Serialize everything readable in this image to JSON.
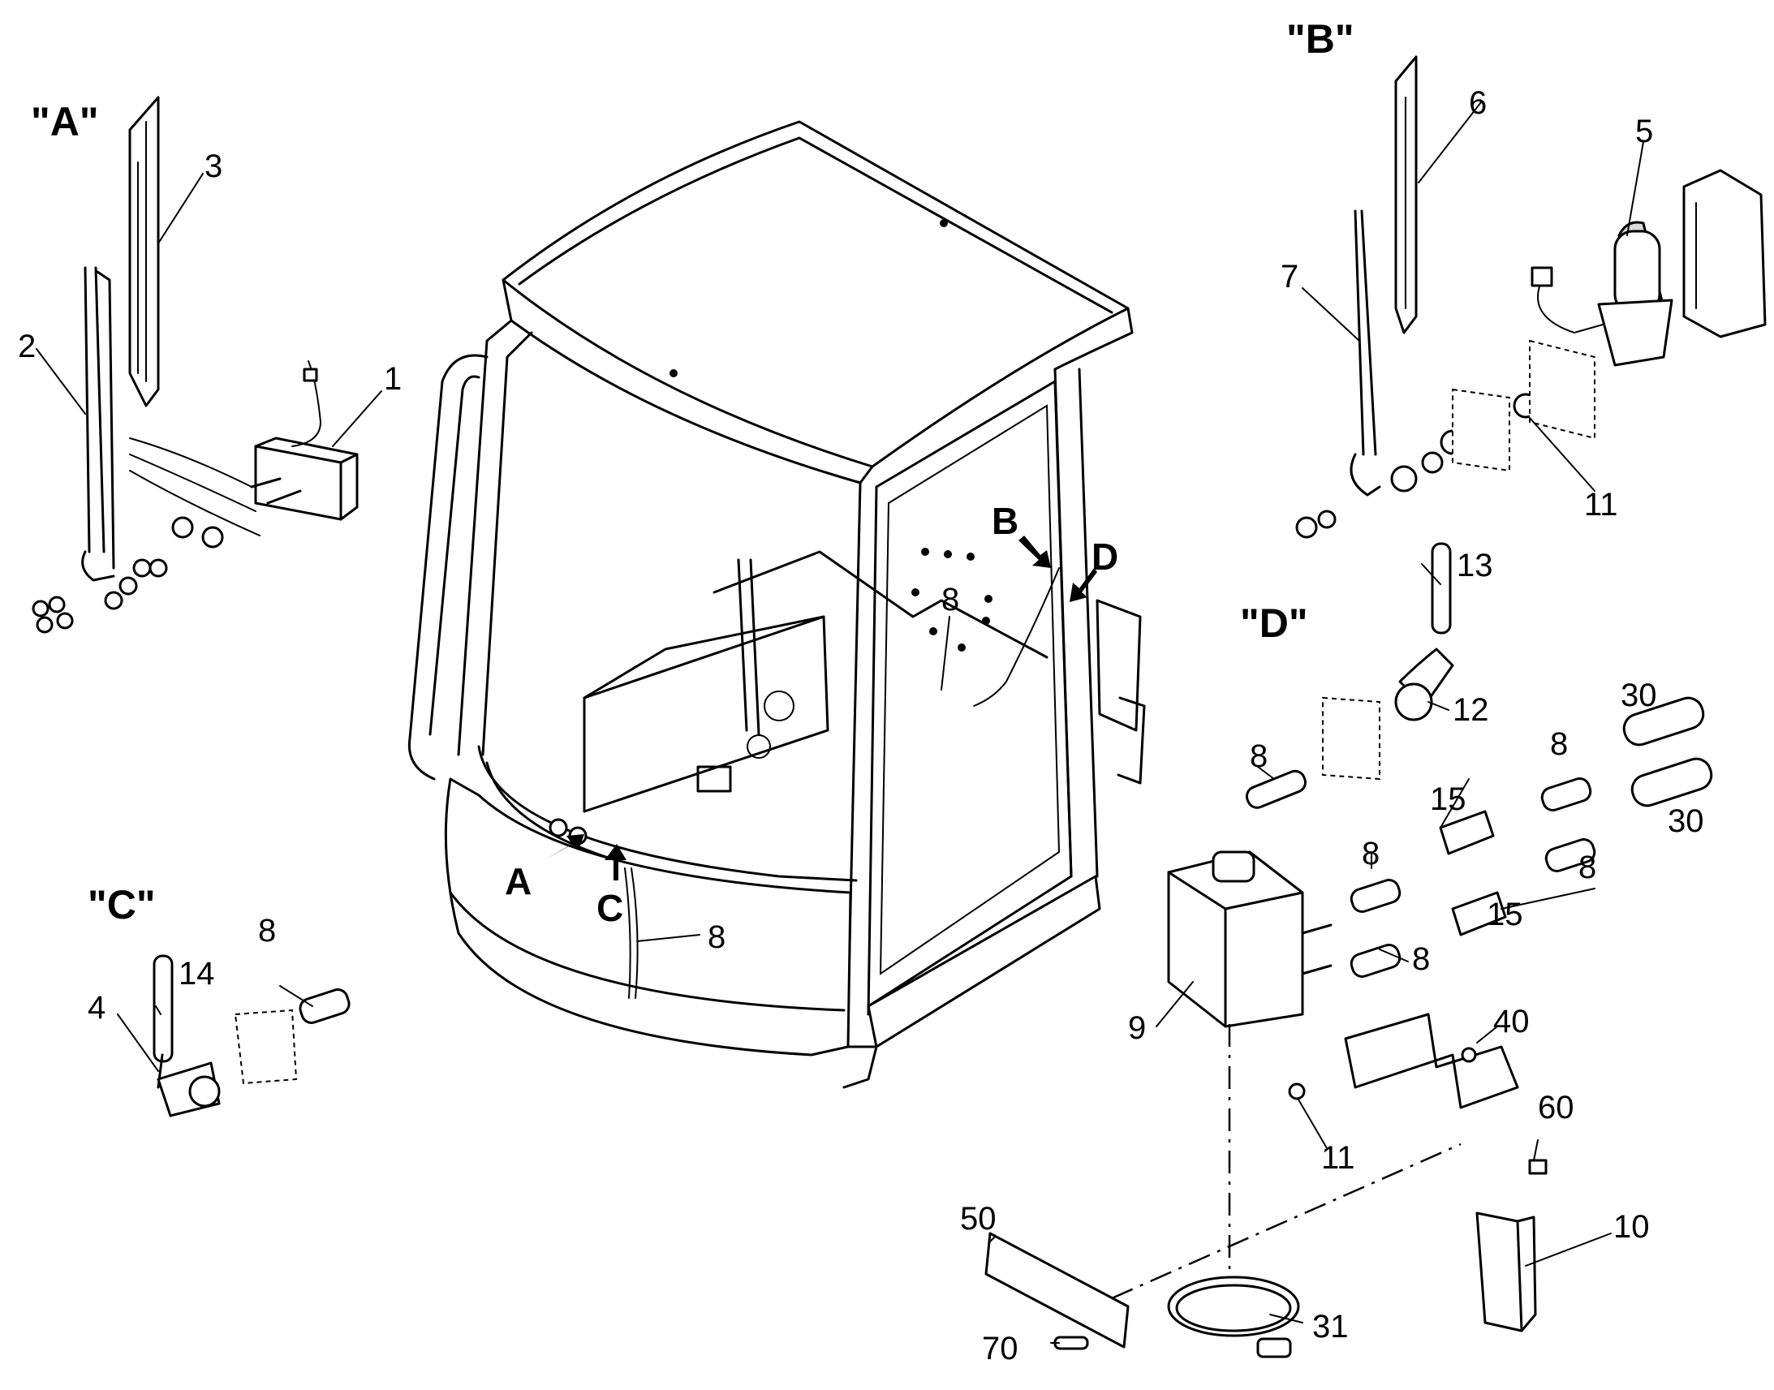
{
  "views": {
    "a": "\"A\"",
    "b": "\"B\"",
    "c": "\"C\"",
    "d": "\"D\""
  },
  "pointers": {
    "a": "A",
    "b": "B",
    "c": "C",
    "d": "D"
  },
  "callouts": {
    "p1": "1",
    "p2": "2",
    "p3": "3",
    "p4": "4",
    "p5": "5",
    "p6": "6",
    "p7": "7",
    "p8_cab_rear": "8",
    "p8_cab_front": "8",
    "p8_c": "8",
    "p8_d_left": "8",
    "p8_d_top": "8",
    "p8_d_mid_right": "8",
    "p8_d_mid_left": "8",
    "p8_d_low": "8",
    "p9": "9",
    "p10": "10",
    "p11_b": "11",
    "p11_bracket": "11",
    "p12": "12",
    "p13": "13",
    "p14": "14",
    "p15_top": "15",
    "p15_low": "15",
    "p30_top": "30",
    "p30_low": "30",
    "p31": "31",
    "p40": "40",
    "p50": "50",
    "p60": "60",
    "p70": "70"
  }
}
